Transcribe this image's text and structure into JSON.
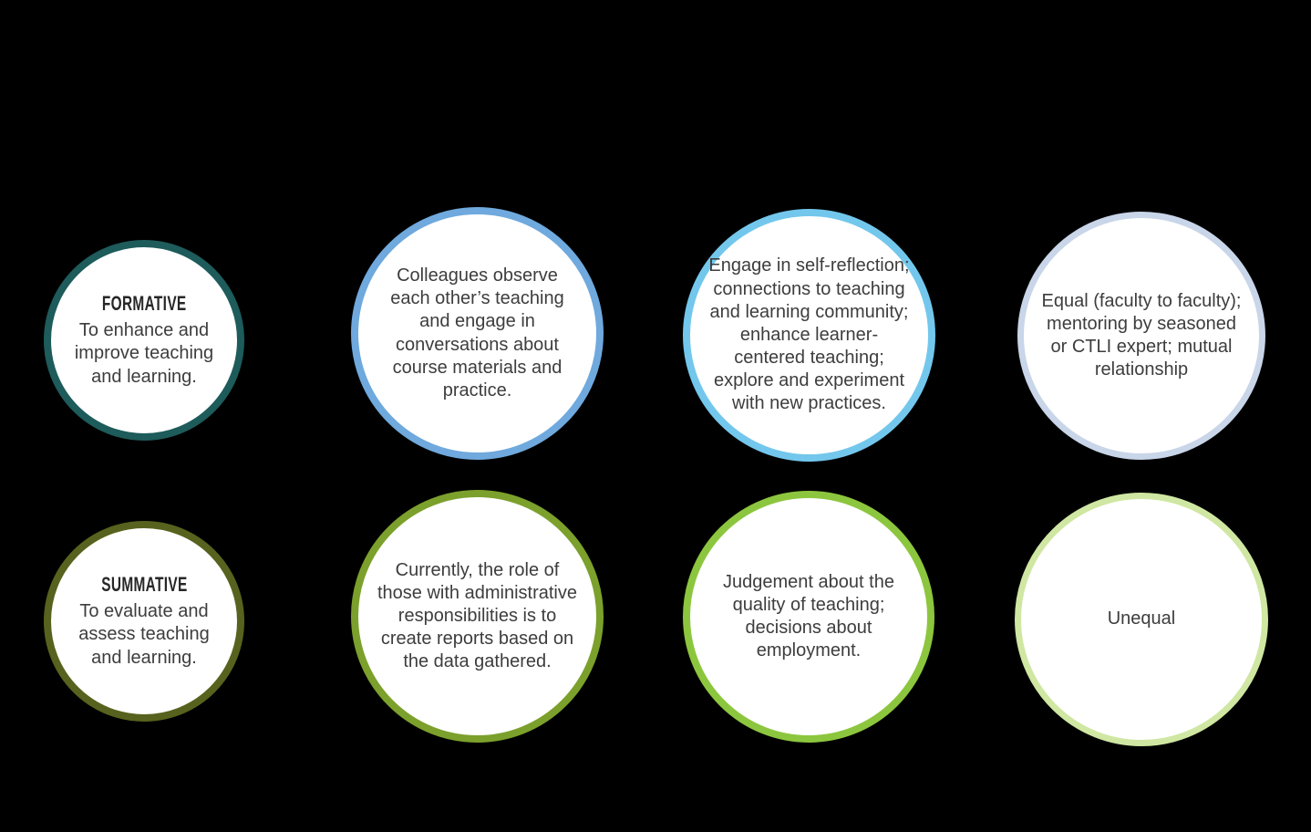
{
  "canvas": {
    "background_color": "#000000",
    "text_color": "#3d3d3d"
  },
  "diagram": {
    "rows": [
      {
        "label": "formative",
        "cells": [
          {
            "heading": "FORMATIVE",
            "text": "To enhance and improve teaching and learning.",
            "border_color": "#1e5b5b"
          },
          {
            "text": "Colleagues observe each other’s teaching and engage in conversations about course materials and practice.",
            "border_color": "#6fa9dd"
          },
          {
            "text": "Engage in self-reflection; connections to teaching and learning community; enhance learner-centered teaching; explore and experiment with new practices.",
            "border_color": "#73c7ec"
          },
          {
            "text": "Equal (faculty to faculty); mentoring by seasoned or CTLI expert; mutual relationship",
            "border_color": "#c9d5e8"
          }
        ]
      },
      {
        "label": "summative",
        "cells": [
          {
            "heading": "SUMMATIVE",
            "text": "To evaluate and assess teaching and learning.",
            "border_color": "#57621e"
          },
          {
            "text": "Currently, the role of those with administrative responsibilities is to create reports based on the data gathered.",
            "border_color": "#7ca02c"
          },
          {
            "text": "Judgement about the quality of teaching; decisions about employment.",
            "border_color": "#8cc63e"
          },
          {
            "text": "Unequal",
            "border_color": "#cfe7a2"
          }
        ]
      }
    ]
  }
}
